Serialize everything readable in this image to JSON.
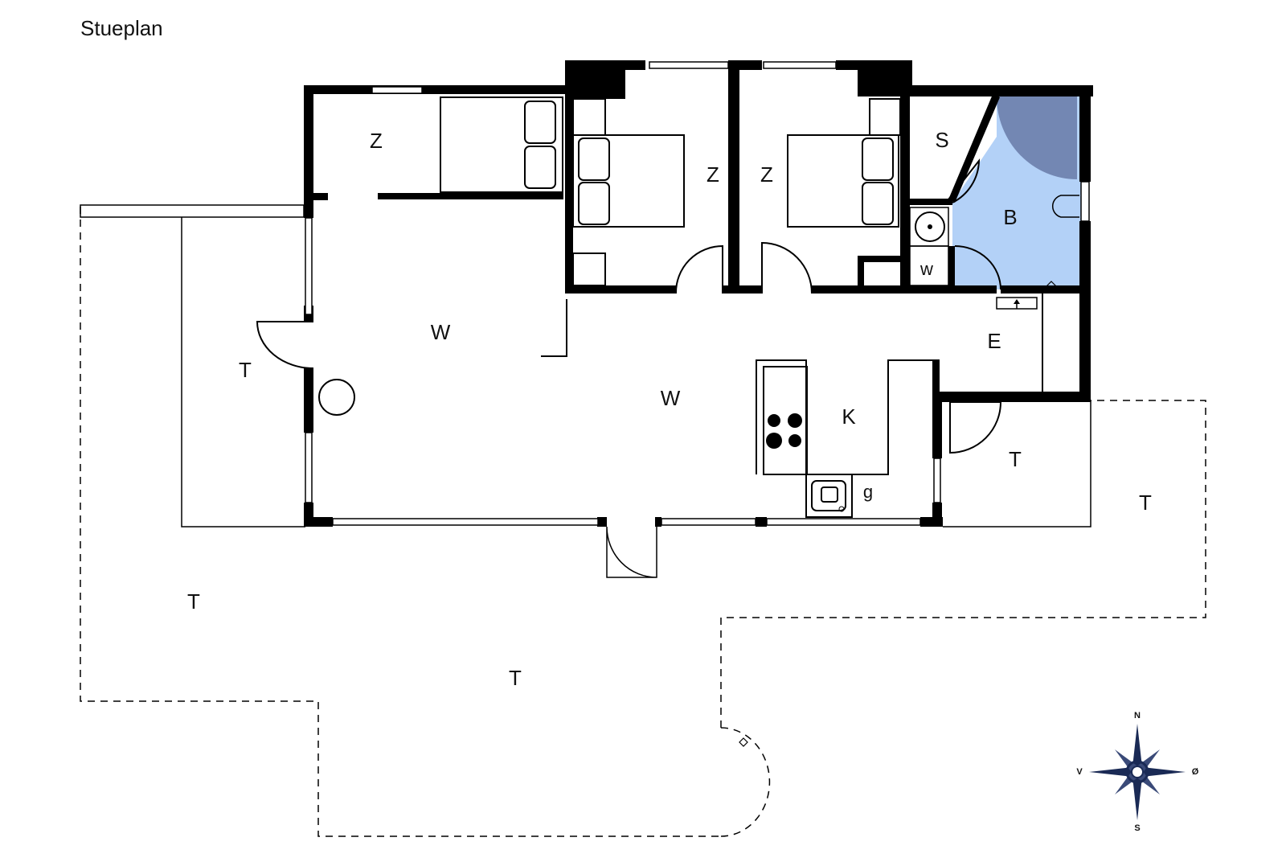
{
  "title": "Stueplan",
  "rooms": [
    {
      "id": "bedroom-1",
      "label": "Z"
    },
    {
      "id": "bedroom-2",
      "label": "Z"
    },
    {
      "id": "bedroom-3",
      "label": "Z"
    },
    {
      "id": "storage",
      "label": "S"
    },
    {
      "id": "bathroom",
      "label": "B"
    },
    {
      "id": "washer",
      "label": "w"
    },
    {
      "id": "living-1",
      "label": "W"
    },
    {
      "id": "living-2",
      "label": "W"
    },
    {
      "id": "entrance",
      "label": "E"
    },
    {
      "id": "kitchen",
      "label": "K"
    },
    {
      "id": "stove",
      "label": "g"
    },
    {
      "id": "terrace-west",
      "label": "T"
    },
    {
      "id": "terrace-east-small",
      "label": "T"
    },
    {
      "id": "terrace-east",
      "label": "T"
    },
    {
      "id": "terrace-southwest",
      "label": "T"
    },
    {
      "id": "terrace-south",
      "label": "T"
    }
  ],
  "compass": {
    "n": "N",
    "s": "S",
    "e": "Ø",
    "w": "V"
  },
  "colors": {
    "wall": "#000000",
    "bathroom": "#b3d1f7",
    "shower": "#7387b3"
  }
}
